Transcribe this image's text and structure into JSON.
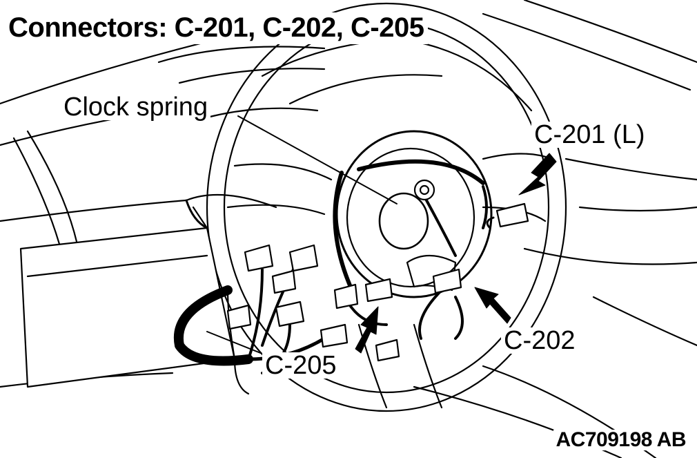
{
  "title": "Connectors: C-201, C-202, C-205",
  "callouts": {
    "clock_spring": "Clock spring",
    "c201": "C-201 (L)",
    "c202": "C-202",
    "c205": "C-205"
  },
  "figure_code": "AC709198 AB",
  "colors": {
    "line": "#000000",
    "background": "#ffffff"
  }
}
